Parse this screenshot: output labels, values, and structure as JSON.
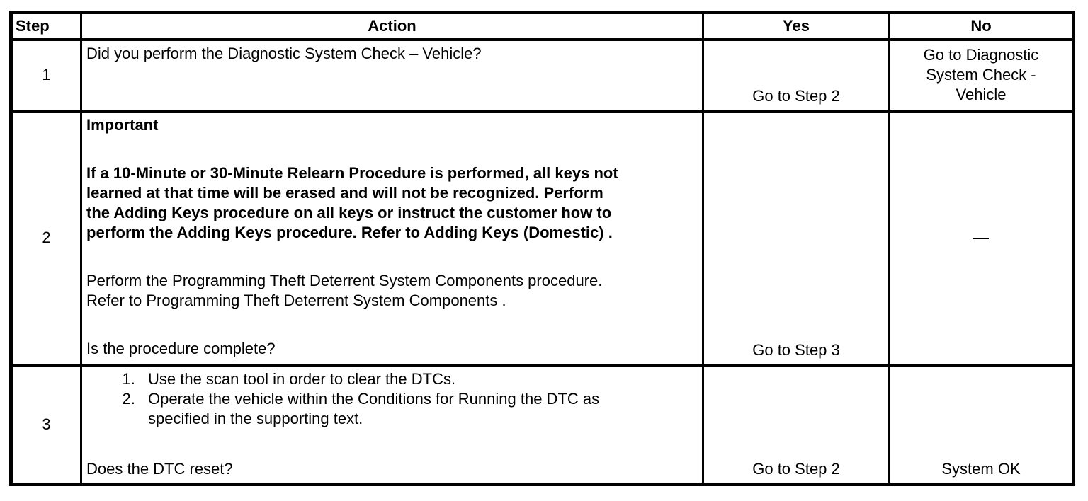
{
  "table": {
    "headers": [
      "Step",
      "Action",
      "Yes",
      "No"
    ],
    "rows": [
      {
        "step": "1",
        "action": {
          "question": "Did you perform the Diagnostic System Check – Vehicle?"
        },
        "yes": "Go to Step 2",
        "no": "Go to Diagnostic\nSystem Check -\nVehicle"
      },
      {
        "step": "2",
        "action": {
          "important_label": "Important",
          "important_text": "If a 10-Minute or 30-Minute Relearn Procedure is performed, all keys not\nlearned at that time will be erased and will not be recognized. Perform\nthe Adding Keys procedure on all keys or instruct the customer how to\nperform the Adding Keys procedure. Refer to Adding Keys (Domestic) .",
          "instruction": "Perform the Programming Theft Deterrent System Components procedure.\nRefer to Programming Theft Deterrent System Components .",
          "question": "Is the procedure complete?"
        },
        "yes": "Go to Step 3",
        "no": "—"
      },
      {
        "step": "3",
        "action": {
          "list": [
            "Use the scan tool in order to clear the DTCs.",
            "Operate the vehicle within the Conditions for Running the DTC as\nspecified in the supporting text."
          ],
          "question": "Does the DTC reset?"
        },
        "yes": "Go to Step 2",
        "no": "System OK"
      }
    ]
  }
}
